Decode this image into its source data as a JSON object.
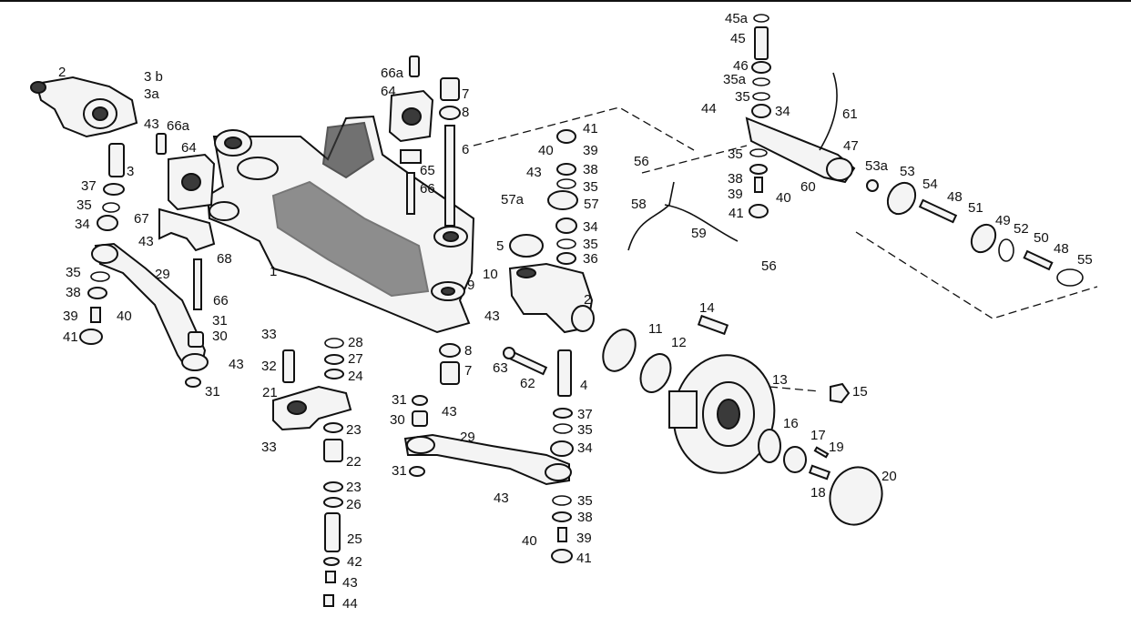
{
  "diagram": {
    "labels": {
      "p1": "1",
      "p2a": "2",
      "p2b": "2",
      "p3": "3",
      "p3a": "3a",
      "p3b": "3 b",
      "p4": "4",
      "p5": "5",
      "p6": "6",
      "p7a": "7",
      "p7b": "7",
      "p8a": "8",
      "p8b": "8",
      "p9": "9",
      "p10": "10",
      "p11": "11",
      "p12": "12",
      "p13": "13",
      "p14": "14",
      "p15": "15",
      "p16": "16",
      "p17": "17",
      "p18": "18",
      "p19": "19",
      "p20": "20",
      "p21": "21",
      "p22": "22",
      "p23a": "23",
      "p23b": "23",
      "p24": "24",
      "p25": "25",
      "p26": "26",
      "p27": "27",
      "p28": "28",
      "p29a": "29",
      "p29b": "29",
      "p30a": "30",
      "p30b": "30",
      "p31a": "31",
      "p31b": "31",
      "p31c": "31",
      "p31d": "31",
      "p32": "32",
      "p33a": "33",
      "p33b": "33",
      "p34a": "34",
      "p34b": "34",
      "p34c": "34",
      "p34d": "34",
      "p35a": "35",
      "p35b": "35",
      "p35c": "35",
      "p35d": "35",
      "p35e": "35",
      "p35f": "35",
      "p35g": "35",
      "p35aa": "35a",
      "p36": "36",
      "p37a": "37",
      "p37b": "37",
      "p38a": "38",
      "p38b": "38",
      "p38c": "38",
      "p38d": "38",
      "p39a": "39",
      "p39b": "39",
      "p39c": "39",
      "p39d": "39",
      "p40a": "40",
      "p40b": "40",
      "p40c": "40",
      "p40d": "40",
      "p41a": "41",
      "p41b": "41",
      "p41c": "41",
      "p41d": "41",
      "p42": "42",
      "p43a": "43",
      "p43b": "43",
      "p43c": "43",
      "p43d": "43",
      "p43e": "43",
      "p43f": "43",
      "p43g": "43",
      "p43h": "43",
      "p44a": "44",
      "p44b": "44",
      "p45": "45",
      "p45a": "45a",
      "p46": "46",
      "p47": "47",
      "p48a": "48",
      "p48b": "48",
      "p49": "49",
      "p50": "50",
      "p51": "51",
      "p52": "52",
      "p53": "53",
      "p53a": "53a",
      "p54": "54",
      "p55": "55",
      "p56a": "56",
      "p56b": "56",
      "p57": "57",
      "p57a": "57a",
      "p58": "58",
      "p59": "59",
      "p60": "60",
      "p61": "61",
      "p62": "62",
      "p63": "63",
      "p64a": "64",
      "p64b": "64",
      "p65": "65",
      "p66a": "66",
      "p66b": "66",
      "p66aa": "66a",
      "p66ab": "66a",
      "p67": "67",
      "p68": "68"
    }
  }
}
